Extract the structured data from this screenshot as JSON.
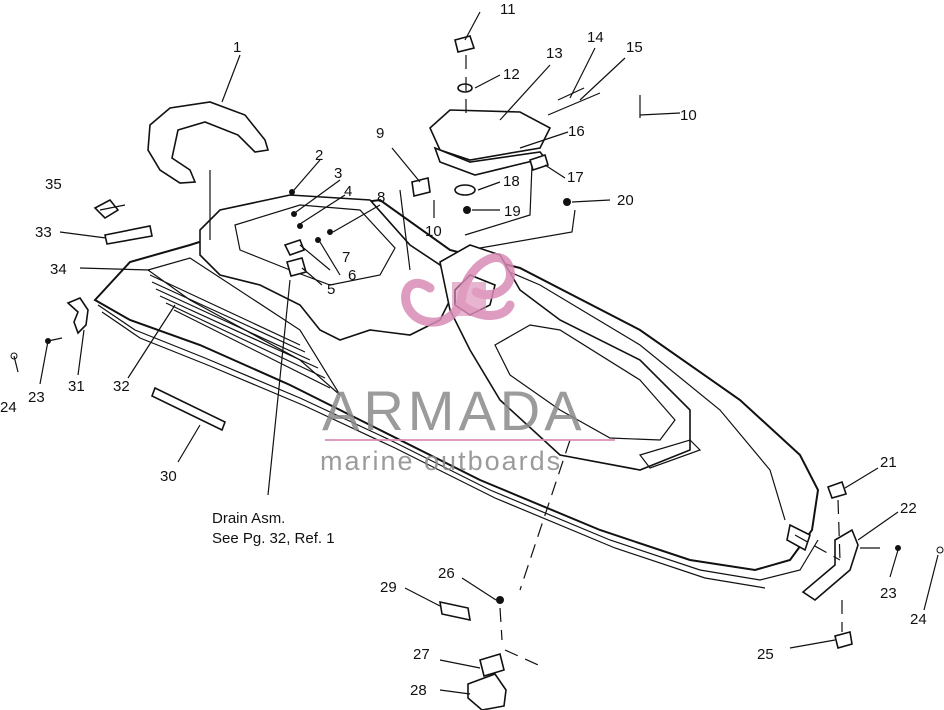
{
  "callouts": [
    "1",
    "2",
    "3",
    "4",
    "5",
    "6",
    "7",
    "8",
    "9",
    "10",
    "10",
    "11",
    "12",
    "13",
    "14",
    "15",
    "16",
    "17",
    "18",
    "19",
    "20",
    "21",
    "22",
    "23",
    "23",
    "24",
    "24",
    "25",
    "26",
    "27",
    "28",
    "29",
    "30",
    "31",
    "32",
    "33",
    "34",
    "35"
  ],
  "note": {
    "line1": "Drain Asm.",
    "line2": "See Pg. 32, Ref. 1"
  },
  "watermark": {
    "brand": "ARMADA",
    "tagline": "marine outboards",
    "logo_color": "#d98bb6",
    "text_color": "#8a8a8a"
  }
}
